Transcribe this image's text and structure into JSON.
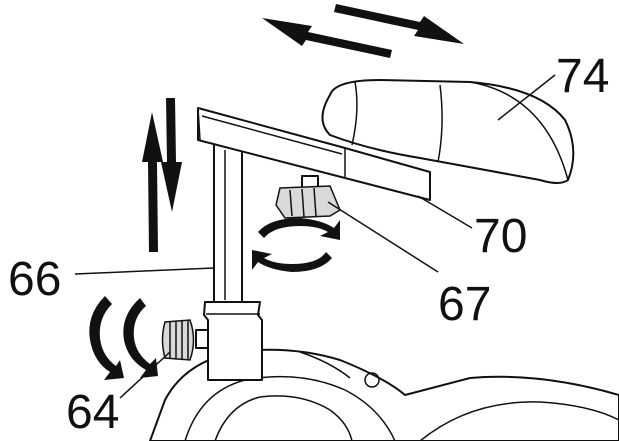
{
  "labels": {
    "seat": "74",
    "slider": "70",
    "post": "66",
    "knob_top": "67",
    "knob_side": "64"
  },
  "colors": {
    "line": "#111111",
    "fill": "#ffffff",
    "shade": "#d9d9d9"
  },
  "icons": {
    "horizontal_adjust": "double-arrow-horizontal-icon",
    "vertical_adjust": "double-arrow-vertical-icon",
    "rotate_top": "rotate-arrows-icon",
    "rotate_side": "rotate-arrows-icon"
  }
}
